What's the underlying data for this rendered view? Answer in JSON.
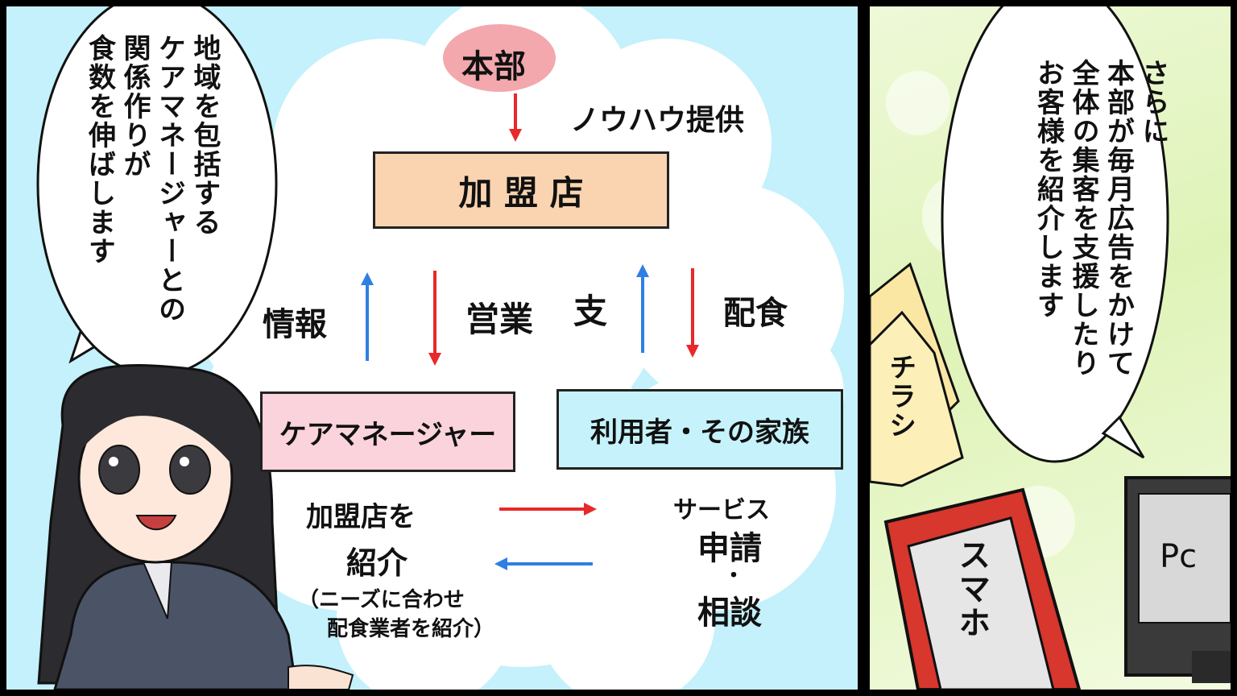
{
  "left_panel": {
    "speech_lines": [
      "地域を包括する",
      "ケアマネージャーとの",
      "関係作りが",
      "食数を伸ばします"
    ],
    "hq": "本部",
    "knowhow": "ノウハウ提供",
    "franchise": "加 盟 店",
    "info": "情報",
    "sales": "営業",
    "support": "支",
    "delivery": "配食",
    "care_manager": "ケアマネージャー",
    "family": "利用者・その家族",
    "intro_lines": [
      "加盟店を",
      "紹介"
    ],
    "intro_note_lines": [
      "（ニーズに合わせ",
      "配食業者を紹介）"
    ],
    "service_lines": [
      "サービス",
      "申請",
      "・",
      "相談"
    ]
  },
  "right_panel": {
    "speech_lines": [
      "さらに",
      "本部が毎月広告をかけて",
      "全体の集客を支援したり",
      "お客様を紹介します"
    ],
    "flyer": "チラシ",
    "phone": "スマホ",
    "pc": "Pc"
  },
  "colors": {
    "sky": "#c4f1fb",
    "hq_pink": "#f3a8ae",
    "franchise_peach": "#fad4b0",
    "care_pink": "#fbd3dd",
    "family_cyan": "#c6f3fb",
    "arrow_red": "#e8282a",
    "arrow_blue": "#2f7fe3"
  }
}
